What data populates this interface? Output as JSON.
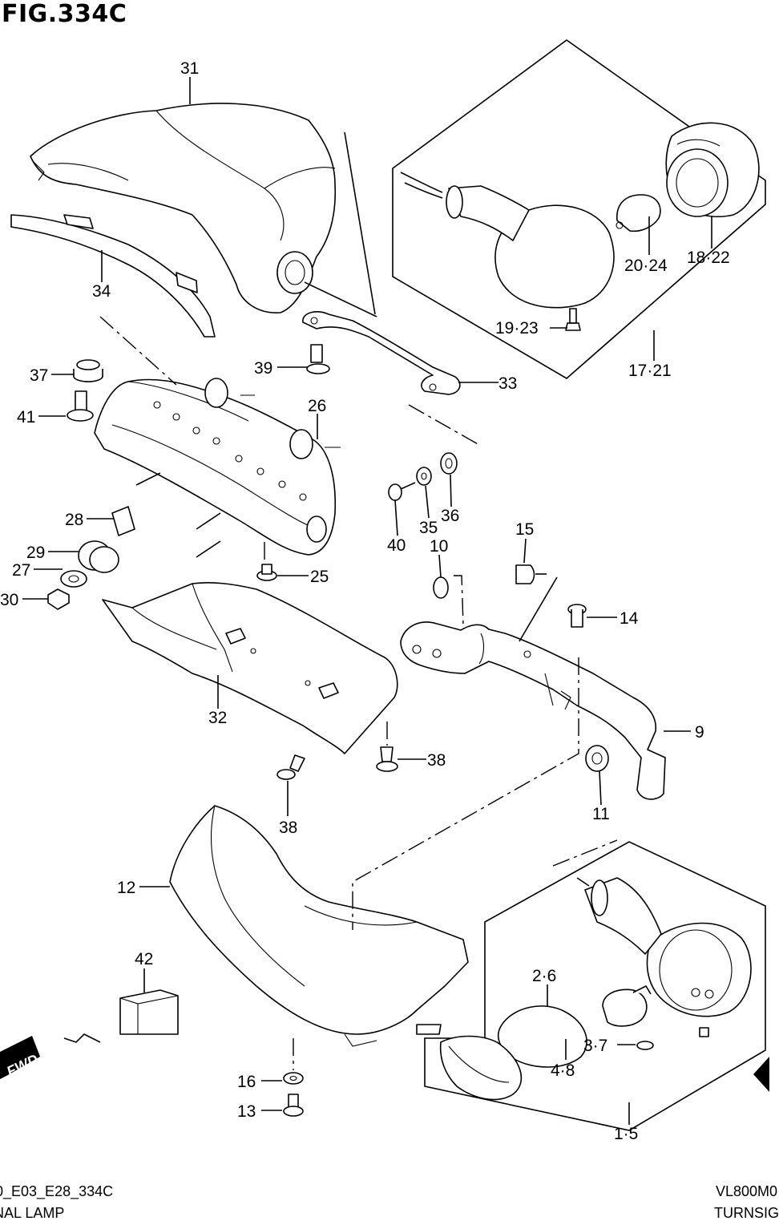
{
  "figure": {
    "title": "FIG.334C",
    "code_left": "0_E03_E28_334C",
    "code_right": "VL800M0",
    "caption_left": "NAL LAMP",
    "caption_right": "TURNSIG",
    "fwd_label": "FWD"
  },
  "callouts": [
    {
      "id": "c31",
      "label": "31"
    },
    {
      "id": "c34",
      "label": "34"
    },
    {
      "id": "c37",
      "label": "37"
    },
    {
      "id": "c41",
      "label": "41"
    },
    {
      "id": "c39",
      "label": "39"
    },
    {
      "id": "c26",
      "label": "26"
    },
    {
      "id": "c33",
      "label": "33"
    },
    {
      "id": "c28",
      "label": "28"
    },
    {
      "id": "c29",
      "label": "29"
    },
    {
      "id": "c27",
      "label": "27"
    },
    {
      "id": "c30",
      "label": "30"
    },
    {
      "id": "c25",
      "label": "25"
    },
    {
      "id": "c40",
      "label": "40"
    },
    {
      "id": "c35",
      "label": "35"
    },
    {
      "id": "c36",
      "label": "36"
    },
    {
      "id": "c10",
      "label": "10"
    },
    {
      "id": "c15",
      "label": "15"
    },
    {
      "id": "c14",
      "label": "14"
    },
    {
      "id": "c9",
      "label": "9"
    },
    {
      "id": "c11",
      "label": "11"
    },
    {
      "id": "c32",
      "label": "32"
    },
    {
      "id": "c38a",
      "label": "38"
    },
    {
      "id": "c38b",
      "label": "38"
    },
    {
      "id": "c12",
      "label": "12"
    },
    {
      "id": "c42",
      "label": "42"
    },
    {
      "id": "c16",
      "label": "16"
    },
    {
      "id": "c13",
      "label": "13"
    },
    {
      "id": "c20_24",
      "label": "20·24"
    },
    {
      "id": "c18_22",
      "label": "18·22"
    },
    {
      "id": "c19_23",
      "label": "19·23"
    },
    {
      "id": "c17_21",
      "label": "17·21"
    },
    {
      "id": "c2_6",
      "label": "2·6"
    },
    {
      "id": "c3_7",
      "label": "3·7"
    },
    {
      "id": "c4_8",
      "label": "4·8"
    },
    {
      "id": "c1_5",
      "label": "1·5"
    }
  ]
}
